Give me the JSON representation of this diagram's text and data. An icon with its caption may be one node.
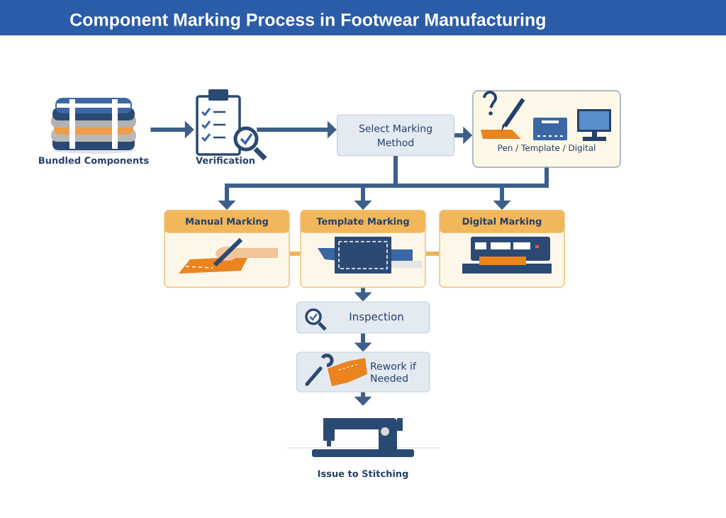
{
  "diagram": {
    "title": "Component Marking Process in Footwear Manufacturing",
    "nodes": [
      {
        "text": [
          "Bundled Components"
        ]
      },
      {
        "text": [
          "Verification"
        ]
      },
      {
        "text": [
          "Select Marking Method"
        ]
      },
      {
        "text": [
          "Pen / Template / Digital"
        ]
      },
      {
        "text": [
          "Manual Marking"
        ]
      },
      {
        "text": [
          "Template Marking"
        ]
      },
      {
        "text": [
          "Digital Marking"
        ]
      },
      {
        "text": [
          "Inspection"
        ]
      },
      {
        "text": [
          "Rework if Needed"
        ]
      },
      {
        "text": [
          "Issue to Stitching"
        ]
      }
    ],
    "edges": [
      {
        "from": 0,
        "to": 1,
        "arrow": "to"
      },
      {
        "from": 1,
        "to": 2,
        "arrow": "to"
      },
      {
        "from": 2,
        "to": 3,
        "arrow": "to"
      },
      {
        "from": 2,
        "to": 4,
        "arrow": "to"
      },
      {
        "from": 2,
        "to": 5,
        "arrow": "to"
      },
      {
        "from": 2,
        "to": 6,
        "arrow": "to"
      },
      {
        "from": 3,
        "to": 4,
        "arrow": "to"
      },
      {
        "from": 3,
        "to": 5,
        "arrow": "to"
      },
      {
        "from": 3,
        "to": 6,
        "arrow": "to"
      },
      {
        "from": 4,
        "to": 5,
        "arrow": "none",
        "color": "#f0b458"
      },
      {
        "from": 5,
        "to": 6,
        "arrow": "none",
        "color": "#f0b458"
      },
      {
        "from": 5,
        "to": 7,
        "arrow": "to"
      },
      {
        "from": 7,
        "to": 8,
        "arrow": "to"
      },
      {
        "from": 8,
        "to": 9,
        "arrow": "to"
      }
    ]
  }
}
